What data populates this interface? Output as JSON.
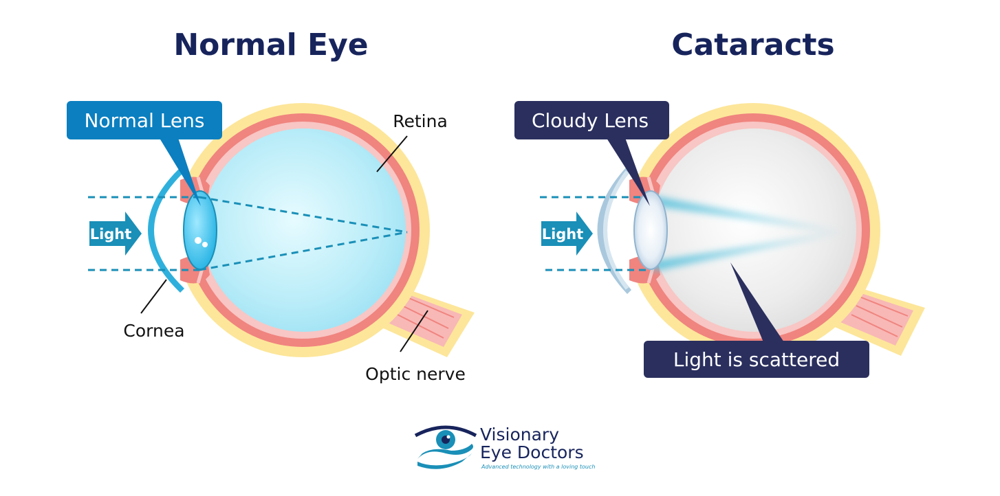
{
  "headings": {
    "normal": "Normal Eye",
    "cataracts": "Cataracts"
  },
  "normal_eye": {
    "lens_callout": "Normal Lens",
    "light_arrow": "Light",
    "labels": {
      "retina": "Retina",
      "cornea": "Cornea",
      "optic_nerve": "Optic nerve"
    }
  },
  "cataract_eye": {
    "lens_callout": "Cloudy Lens",
    "light_arrow": "Light",
    "scatter_callout": "Light is scattered"
  },
  "logo": {
    "line1": "Visionary",
    "line2": "Eye Doctors",
    "tagline": "Advanced technology with a loving touch"
  },
  "colors": {
    "navy": "#17245c",
    "teal": "#1a8fb7",
    "callout_blue": "#0b7fc0",
    "sclera_yellow": "#fde69a",
    "choroid_red": "#f0847f",
    "retina_pink": "#f8c6c4",
    "cloud_callout": "#2a2f5e"
  }
}
